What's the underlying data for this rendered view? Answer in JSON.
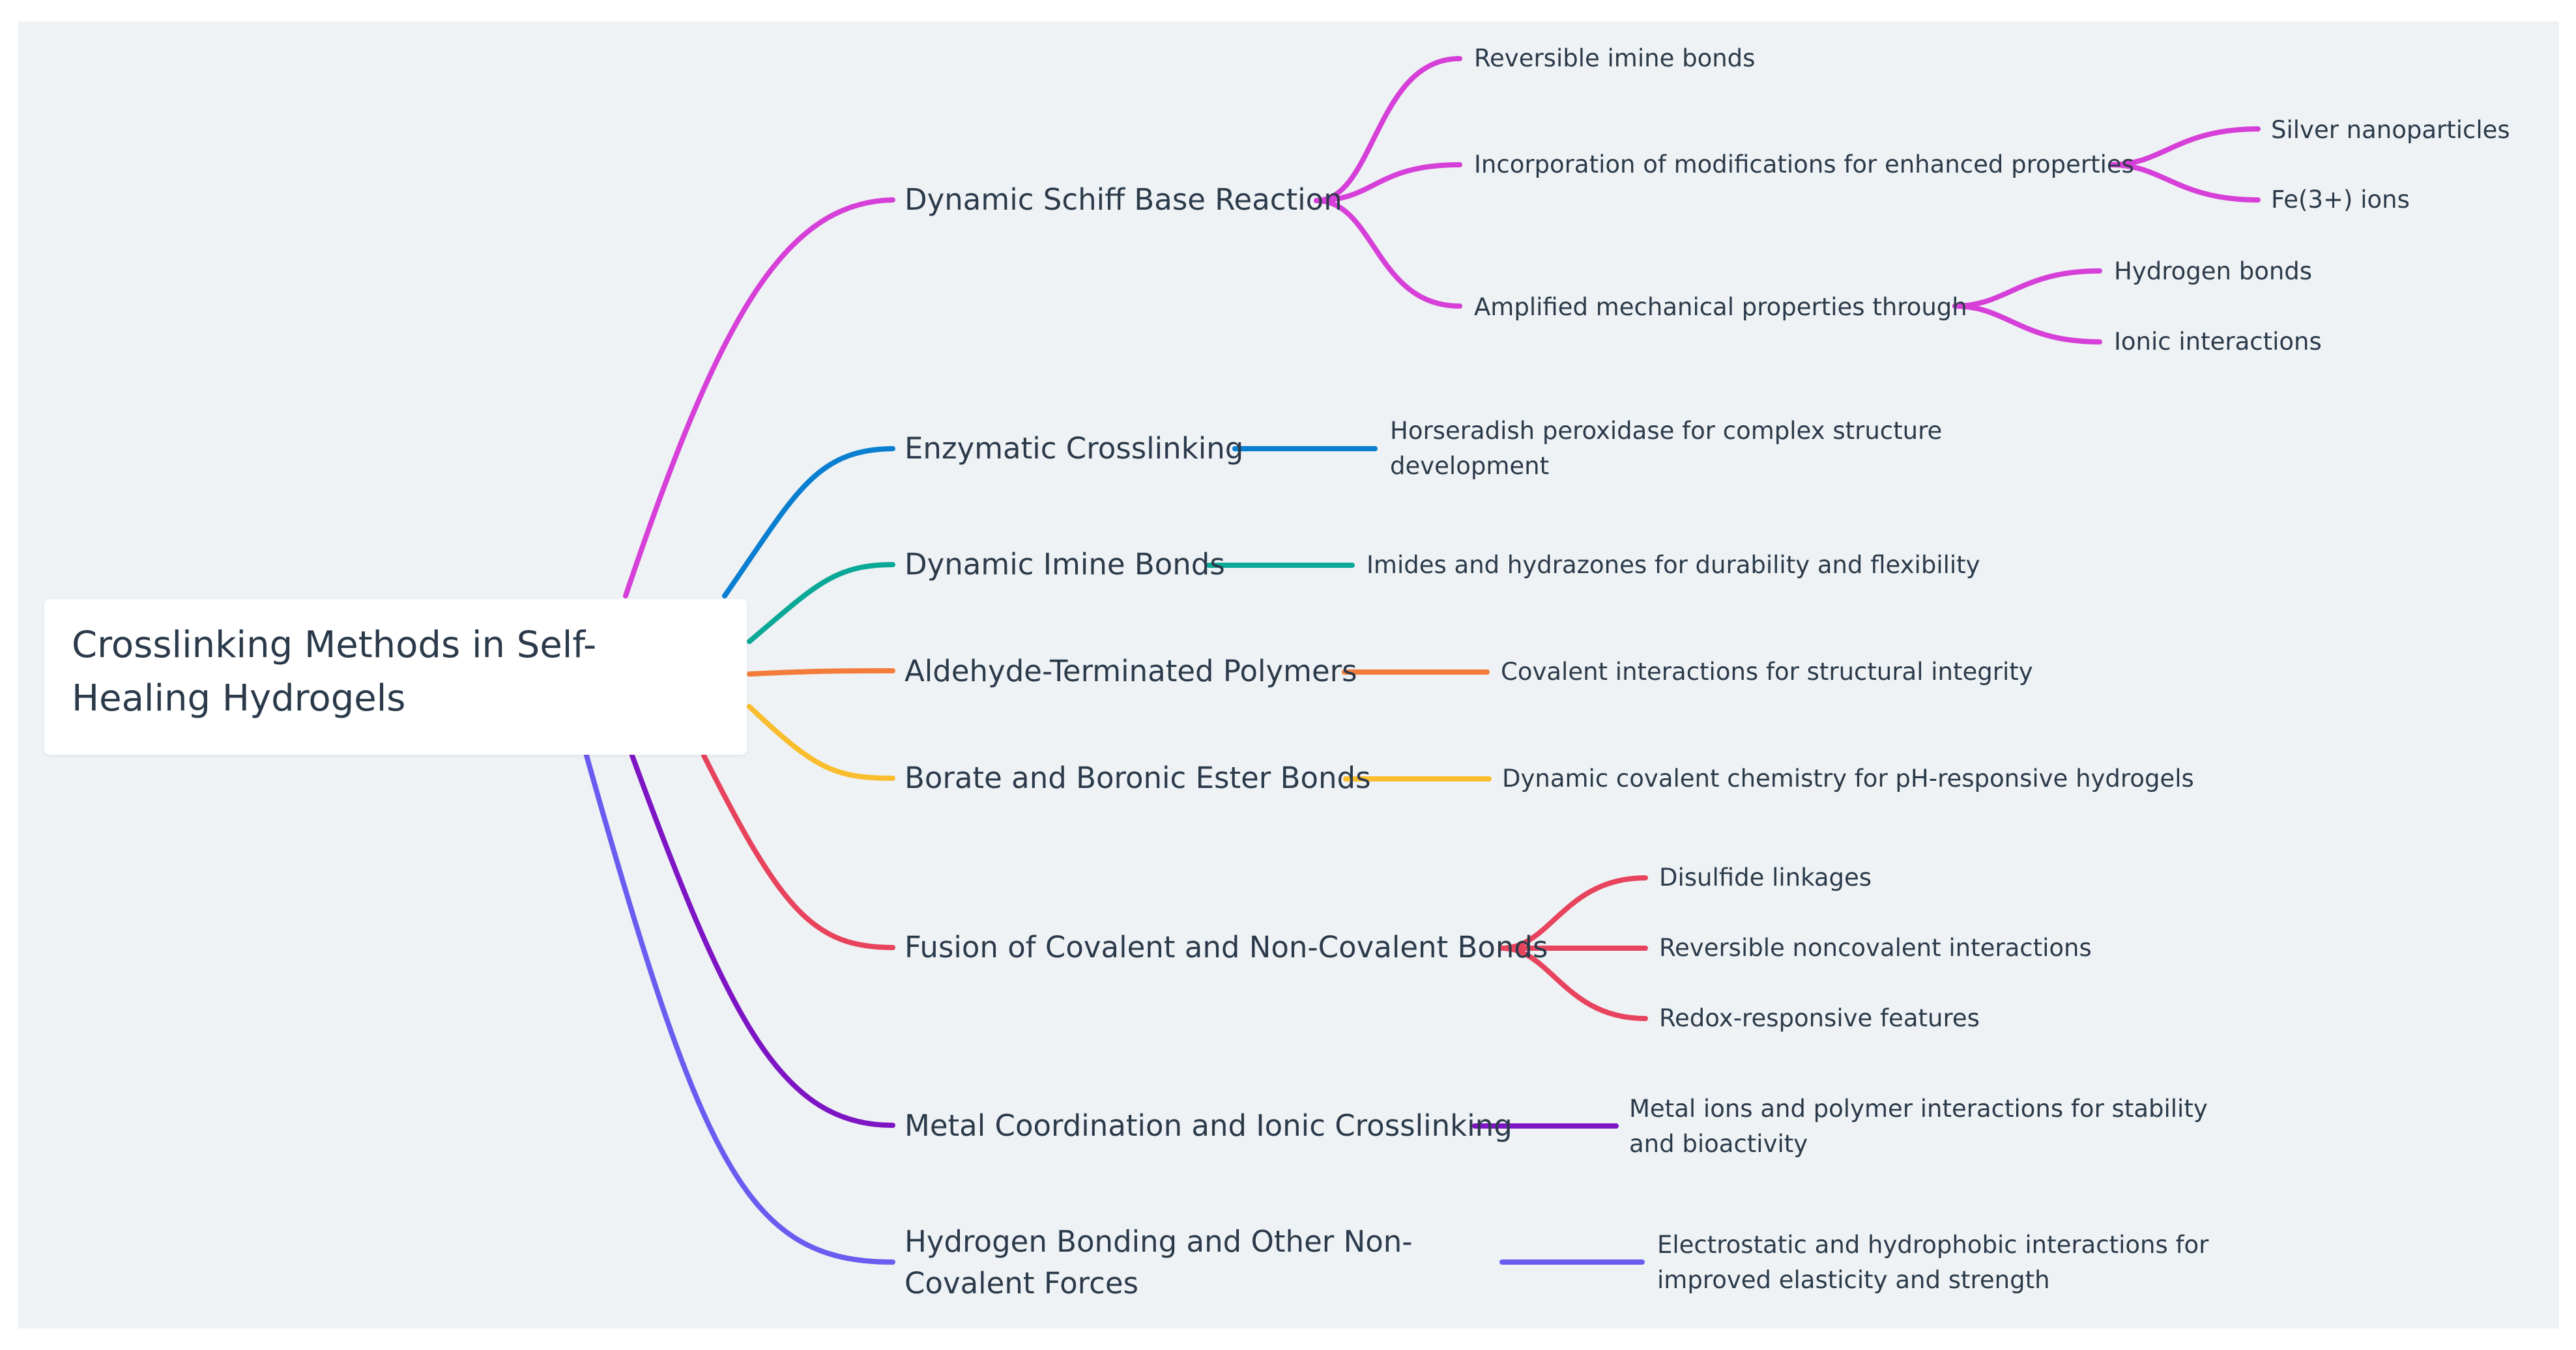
{
  "root": {
    "title": "Crosslinking Methods in Self-Healing Hydrogels"
  },
  "colors": {
    "schiff": "#d63fd8",
    "enzymatic": "#0a7fd1",
    "imine": "#0aa897",
    "aldehyde": "#f47c3a",
    "borate": "#f9bd2d",
    "fusion": "#e8435d",
    "metal": "#7e15c4",
    "hydrogen": "#6a5cf0"
  },
  "branches": {
    "schiff": {
      "label": "Dynamic Schiff Base Reaction",
      "children": {
        "reversible": "Reversible imine bonds",
        "incorporation": "Incorporation of modifications for enhanced properties",
        "silver": "Silver nanoparticles",
        "fe": "Fe(3+) ions",
        "amplified": "Amplified mechanical properties through",
        "hbonds": "Hydrogen bonds",
        "ionic": "Ionic interactions"
      }
    },
    "enzymatic": {
      "label": "Enzymatic Crosslinking",
      "child": "Horseradish peroxidase for complex structure development"
    },
    "imine": {
      "label": "Dynamic Imine Bonds",
      "child": "Imides and hydrazones for durability and flexibility"
    },
    "aldehyde": {
      "label": "Aldehyde-Terminated Polymers",
      "child": "Covalent interactions for structural integrity"
    },
    "borate": {
      "label": "Borate and Boronic Ester Bonds",
      "child": "Dynamic covalent chemistry for pH-responsive hydrogels"
    },
    "fusion": {
      "label": "Fusion of Covalent and Non-Covalent Bonds",
      "children": {
        "disulfide": "Disulfide linkages",
        "reversible": "Reversible noncovalent interactions",
        "redox": "Redox-responsive features"
      }
    },
    "metal": {
      "label": "Metal Coordination and Ionic Crosslinking",
      "child": "Metal ions and polymer interactions for stability and bioactivity"
    },
    "hydrogen": {
      "label": "Hydrogen Bonding and Other Non-Covalent Forces",
      "child": "Electrostatic and hydrophobic interactions for improved elasticity and strength"
    }
  }
}
